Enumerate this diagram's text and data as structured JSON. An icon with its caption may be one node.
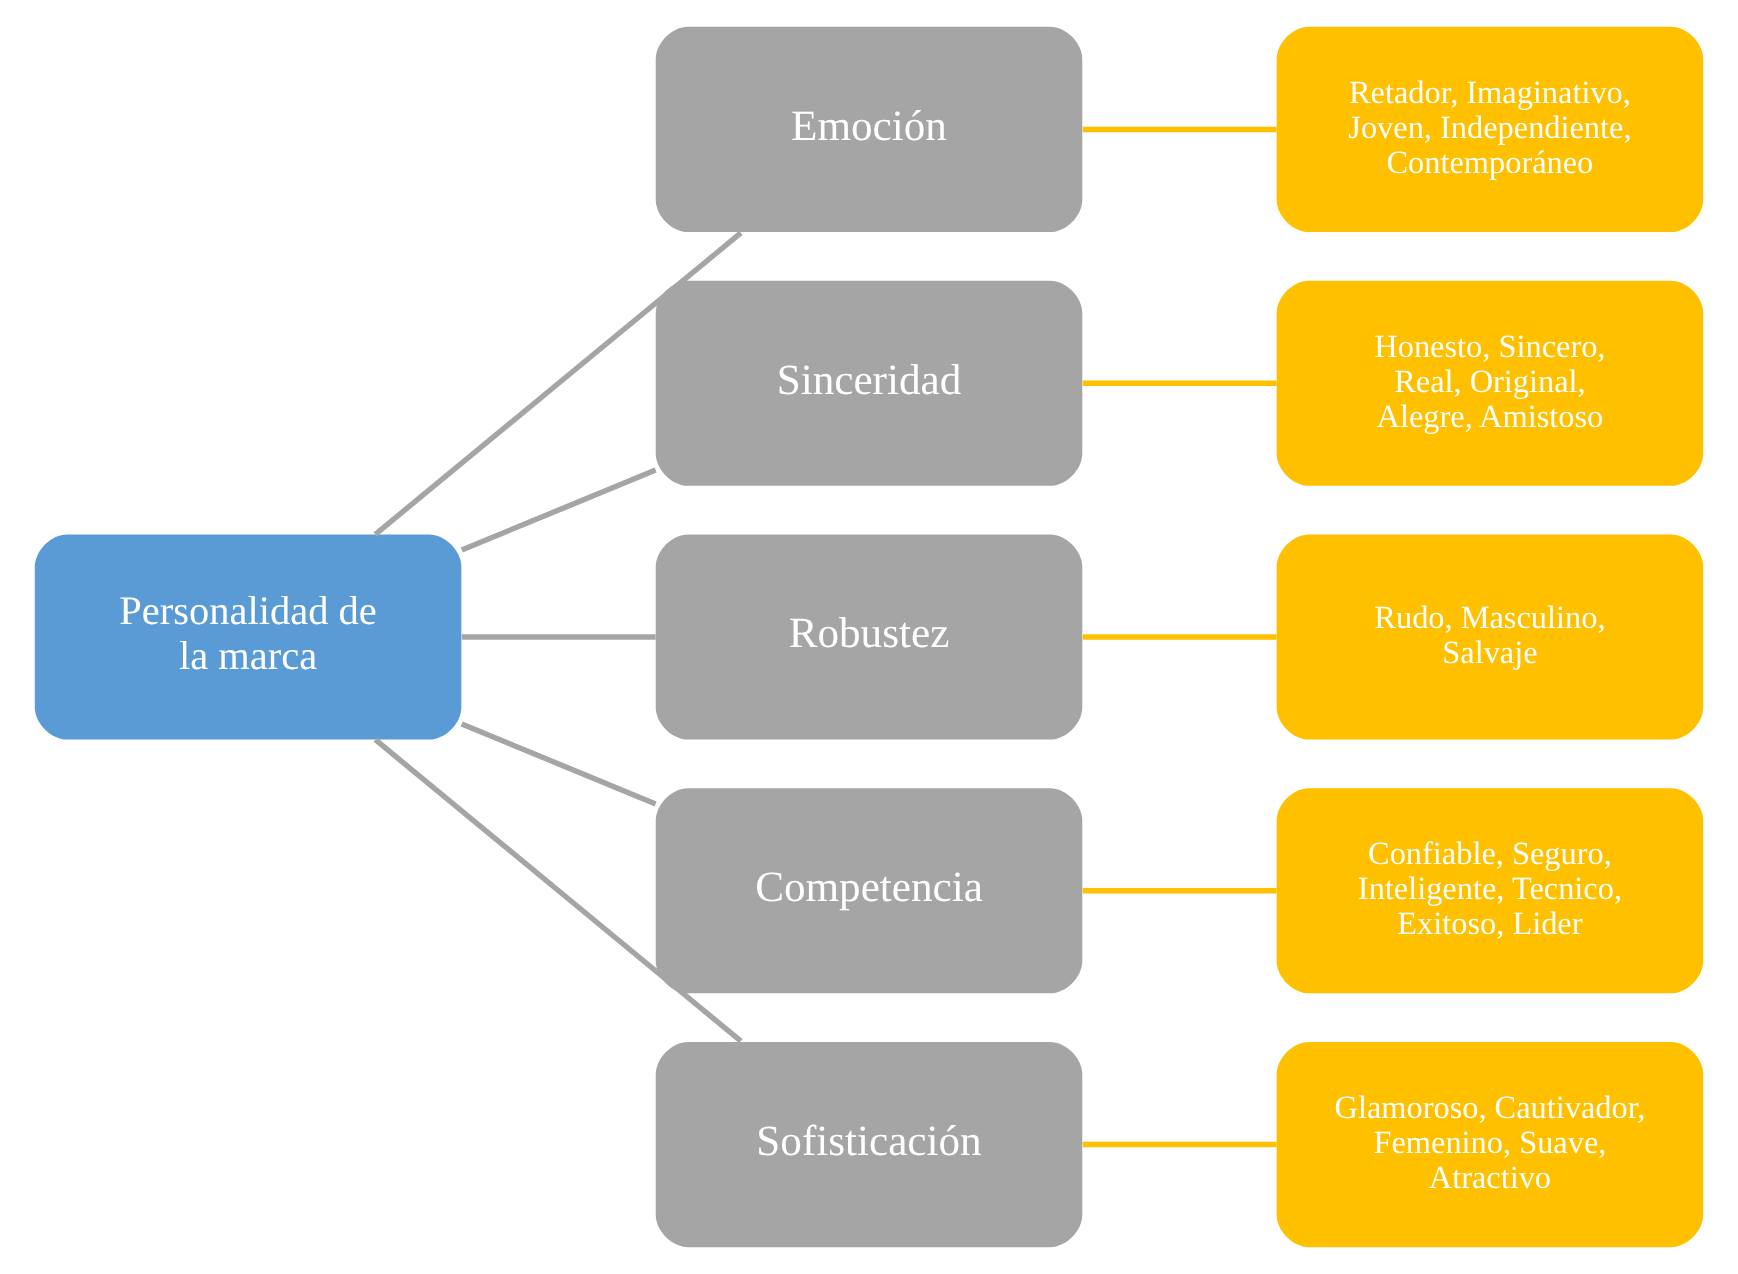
{
  "diagram": {
    "nodes": [
      {
        "text": [
          "Personalidad de la marca"
        ]
      },
      {
        "text": [
          "Emoción"
        ]
      },
      {
        "text": [
          "Sinceridad"
        ]
      },
      {
        "text": [
          "Robustez"
        ]
      },
      {
        "text": [
          "Competencia"
        ]
      },
      {
        "text": [
          "Sofisticación"
        ]
      },
      {
        "text": [
          "Retador, Imaginativo, Joven, Independiente, Contemporáneo"
        ]
      },
      {
        "text": [
          "Honesto, Sincero, Real, Original, Alegre, Amistoso"
        ]
      },
      {
        "text": [
          "Rudo, Masculino, Salvaje"
        ]
      },
      {
        "text": [
          "Confiable, Seguro, Inteligente, Tecnico, Exitoso, Lider"
        ]
      },
      {
        "text": [
          "Glamoroso, Cautivador, Femenino, Suave, Atractivo"
        ]
      }
    ],
    "edges": [
      {
        "from": 0,
        "to": 1,
        "arrow": "none",
        "color": "#a5a5a5"
      },
      {
        "from": 0,
        "to": 2,
        "arrow": "none",
        "color": "#a5a5a5"
      },
      {
        "from": 0,
        "to": 3,
        "arrow": "none",
        "color": "#a5a5a5"
      },
      {
        "from": 0,
        "to": 4,
        "arrow": "none",
        "color": "#a5a5a5"
      },
      {
        "from": 0,
        "to": 5,
        "arrow": "none",
        "color": "#a5a5a5"
      },
      {
        "from": 1,
        "to": 6,
        "arrow": "none",
        "color": "#ffc000"
      },
      {
        "from": 2,
        "to": 7,
        "arrow": "none",
        "color": "#ffc000"
      },
      {
        "from": 3,
        "to": 8,
        "arrow": "none",
        "color": "#ffc000"
      },
      {
        "from": 4,
        "to": 9,
        "arrow": "none",
        "color": "#ffc000"
      },
      {
        "from": 5,
        "to": 10,
        "arrow": "none",
        "color": "#ffc000"
      }
    ]
  }
}
